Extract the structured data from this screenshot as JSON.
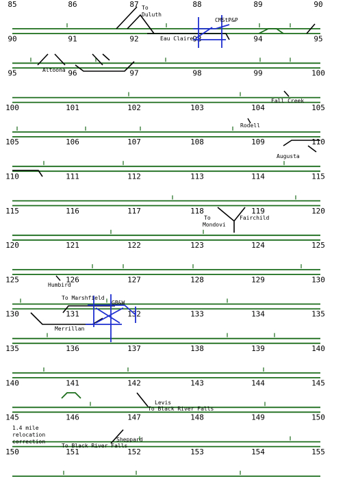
{
  "colors": {
    "track": "#1a6b1a",
    "spur": "#000000",
    "crossing": "#1f2fd0",
    "background": "#ffffff"
  },
  "mile_rows": [
    [
      85,
      86,
      87,
      88,
      89,
      90
    ],
    [
      90,
      91,
      92,
      93,
      94,
      95
    ],
    [
      95,
      96,
      97,
      98,
      99,
      100
    ],
    [
      100,
      101,
      102,
      103,
      104,
      105
    ],
    [
      105,
      106,
      107,
      108,
      109,
      110
    ],
    [
      110,
      111,
      112,
      113,
      114,
      115
    ],
    [
      115,
      116,
      117,
      118,
      119,
      120
    ],
    [
      120,
      121,
      122,
      123,
      124,
      125
    ],
    [
      125,
      126,
      127,
      128,
      129,
      130
    ],
    [
      130,
      131,
      132,
      133,
      134,
      135
    ],
    [
      135,
      136,
      137,
      138,
      139,
      140
    ],
    [
      140,
      141,
      142,
      143,
      144,
      145
    ],
    [
      145,
      146,
      147,
      148,
      149,
      150
    ],
    [
      150,
      151,
      152,
      153,
      154,
      155
    ]
  ],
  "labels": {
    "to_duluth_1": "To",
    "to_duluth_2": "Duluth",
    "eau_claire": "Eau Claire",
    "cmstp": "CMStP&P",
    "altoona": "Altoona",
    "fall_creek": "Fall Creek",
    "rodell": "Rodell",
    "augusta": "Augusta",
    "to_mondovi_1": "To",
    "to_mondovi_2": "Mondovi",
    "fairchild": "Fairchild",
    "humbird": "Humbird",
    "to_marshfield": "To Marshfield",
    "gbw": "GB&W",
    "merrillan": "Merrillan",
    "levis": "Levis",
    "to_black_river_falls_1": "To Black River Falls",
    "relocation_1": "1.4 mile",
    "relocation_2": "relocation",
    "relocation_3": "correction",
    "sheppard": "Sheppard",
    "to_black_river_falls_2": "To Black River Falls"
  }
}
